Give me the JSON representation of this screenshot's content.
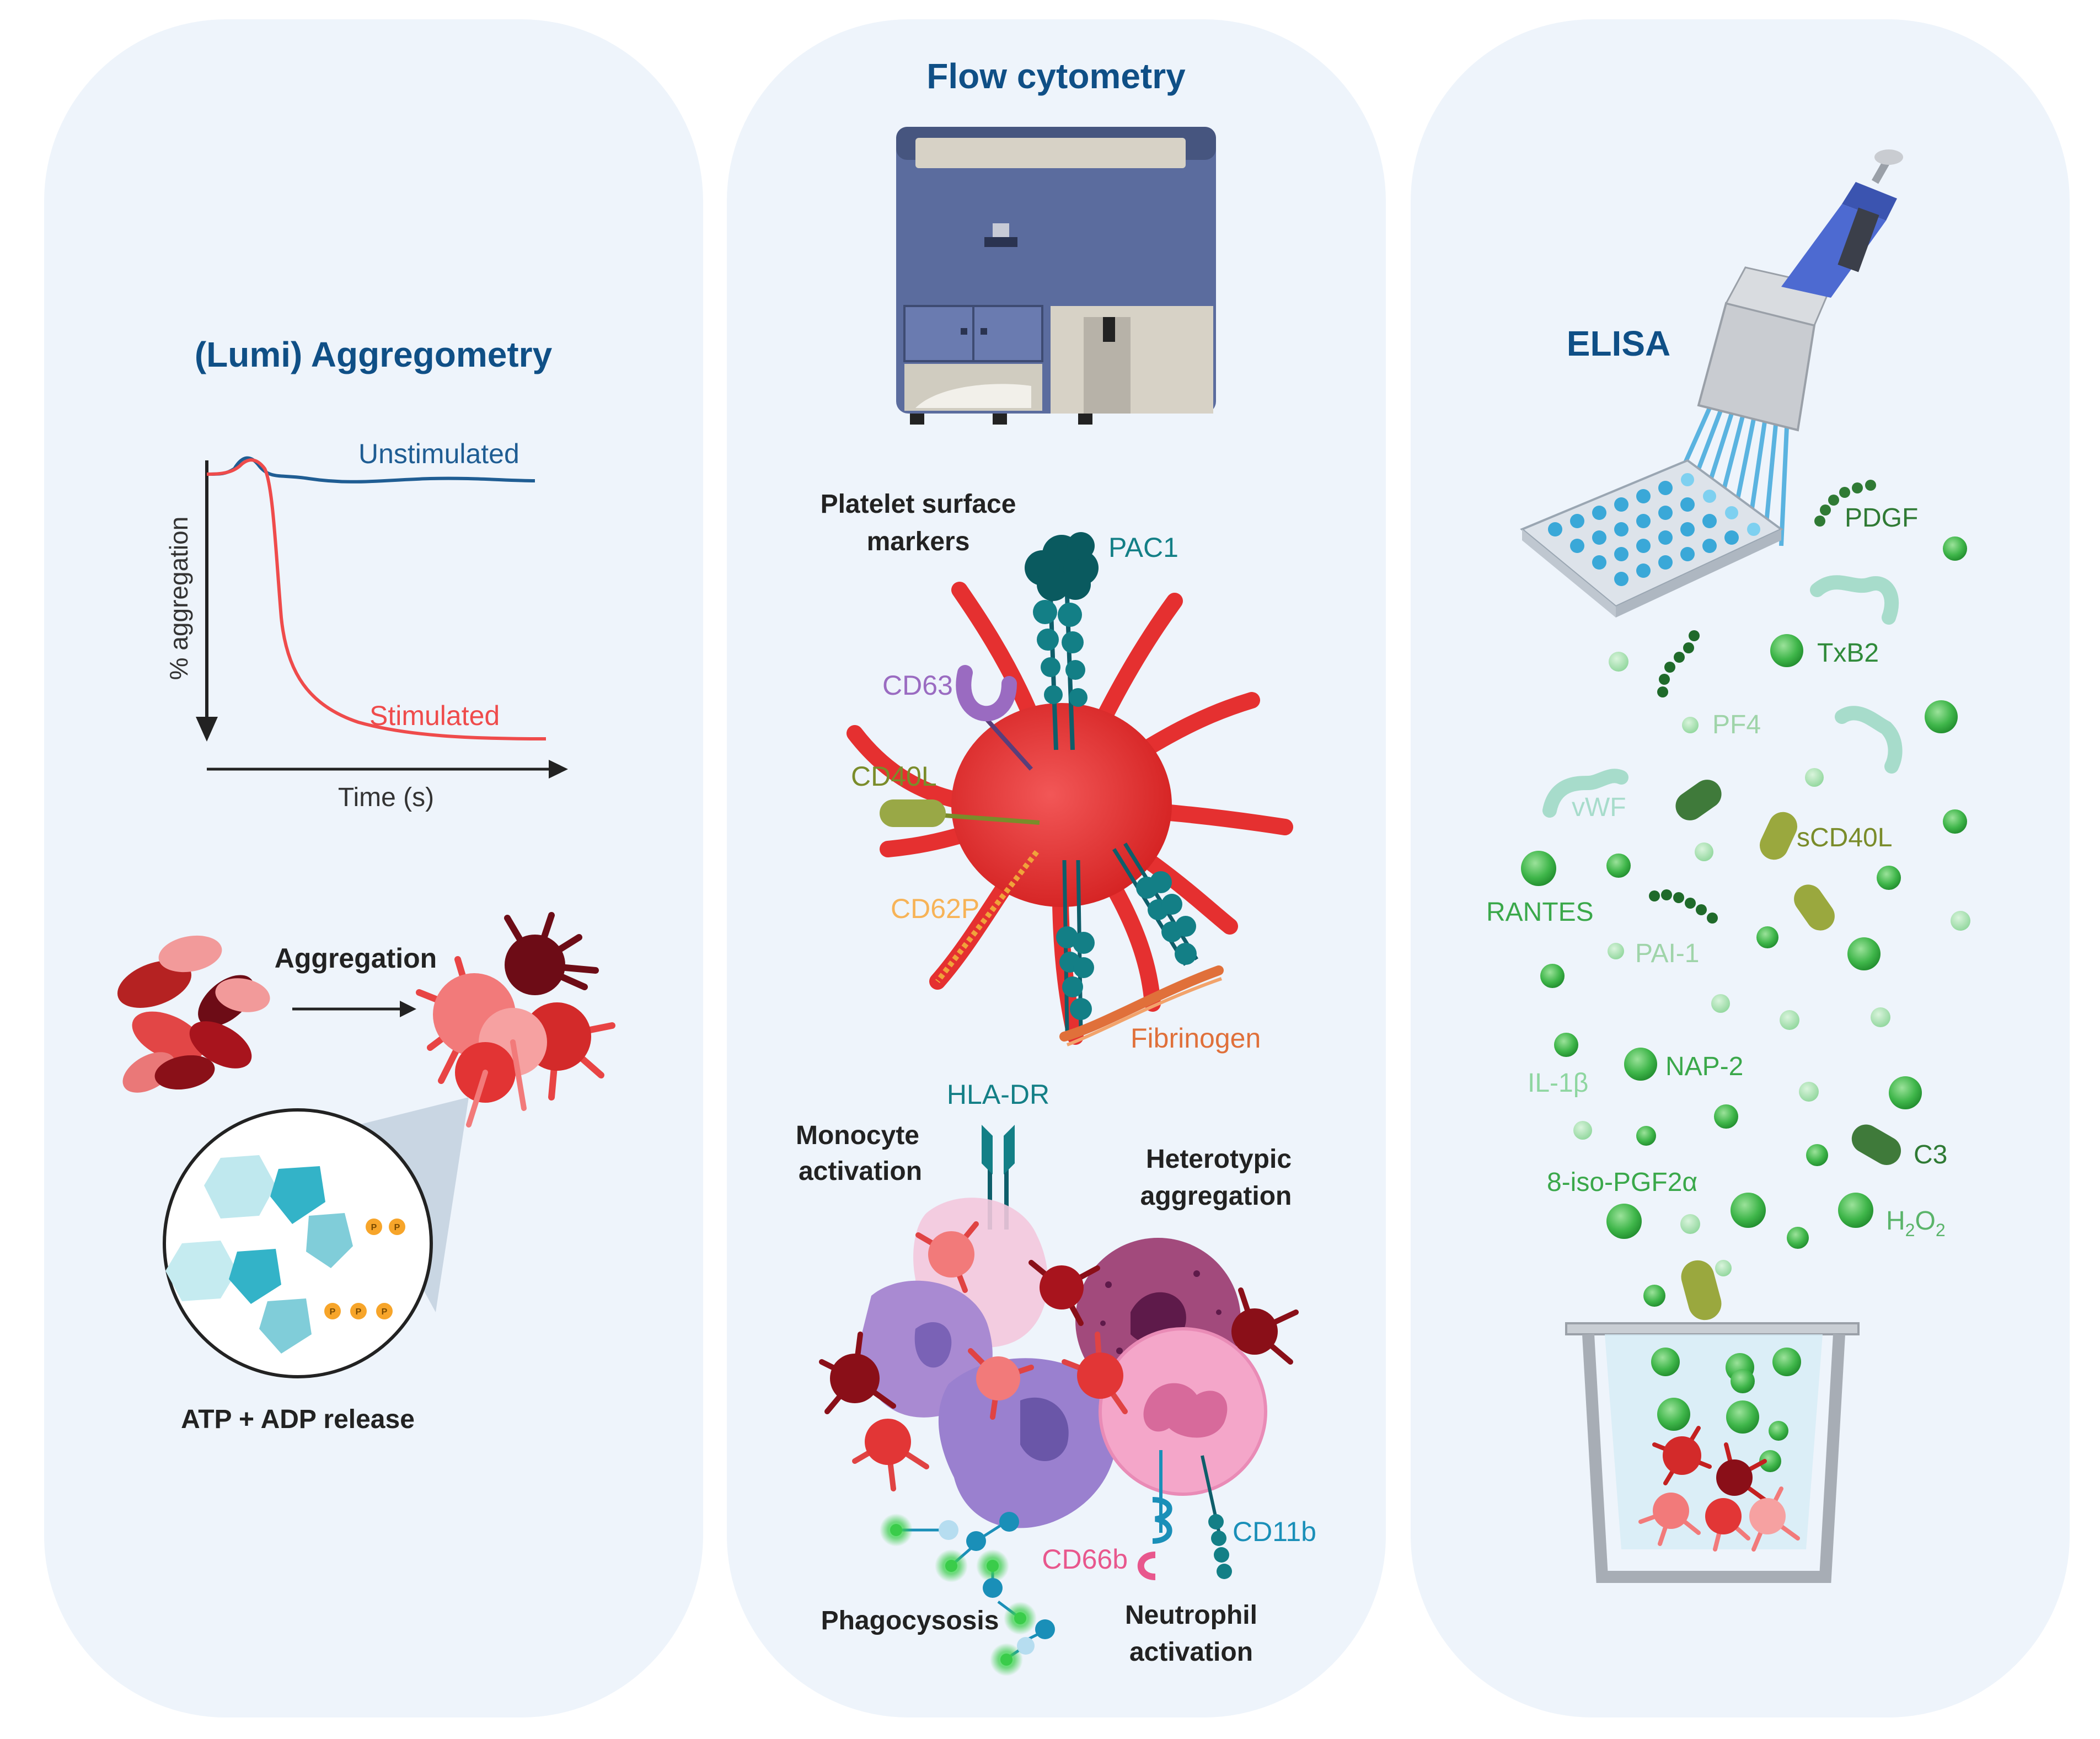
{
  "panels": {
    "aggregometry": {
      "title": "(Lumi) Aggregometry",
      "chart": {
        "ylabel": "% aggregation",
        "xlabel": "Time (s)",
        "series_unstimulated": "Unstimulated",
        "series_stimulated": "Stimulated"
      },
      "aggregation_label": "Aggregation",
      "release_label": "ATP + ADP release",
      "phosphate_glyph": "P"
    },
    "flow": {
      "title": "Flow cytometry",
      "surface_markers_line1": "Platelet surface",
      "surface_markers_line2": "markers",
      "markers": {
        "pac1": "PAC1",
        "cd63": "CD63",
        "cd40l": "CD40L",
        "cd62p": "CD62P",
        "fibrinogen": "Fibrinogen"
      },
      "hla_dr": "HLA-DR",
      "monocyte_line1": "Monocyte",
      "monocyte_line2": "activation",
      "heterotypic_line1": "Heterotypic",
      "heterotypic_line2": "aggregation",
      "cd66b": "CD66b",
      "cd11b": "CD11b",
      "phagocytosis": "Phagocysosis",
      "neutrophil_line1": "Neutrophil",
      "neutrophil_line2": "activation"
    },
    "elisa": {
      "title": "ELISA",
      "analytes": {
        "pdgf": "PDGF",
        "txb2": "TxB2",
        "pf4": "PF4",
        "vwf": "vWF",
        "scd40l": "sCD40L",
        "rantes": "RANTES",
        "pai1": "PAI-1",
        "il1b": "IL-1β",
        "nap2": "NAP-2",
        "c3": "C3",
        "isopgf": "8-iso-PGF2α",
        "h2o2_main": "H",
        "h2o2_sub1": "2",
        "h2o2_o": "O",
        "h2o2_sub2": "2"
      }
    }
  },
  "colors": {
    "panel_bg": "#eef4fb",
    "title_blue": "#0f4f86",
    "unstim_blue": "#1f5d93",
    "stim_red": "#ef4b4b",
    "platelet_red": "#e53030",
    "teal": "#137f86",
    "purple": "#8e5fb2",
    "olive": "#8a9a3a",
    "orange": "#f0a33a",
    "fibrinogen_orange": "#e0703a",
    "green": "#3aa84a",
    "light_green": "#8ed6a0",
    "pink": "#e8578d",
    "cyan": "#1a8fb8"
  }
}
